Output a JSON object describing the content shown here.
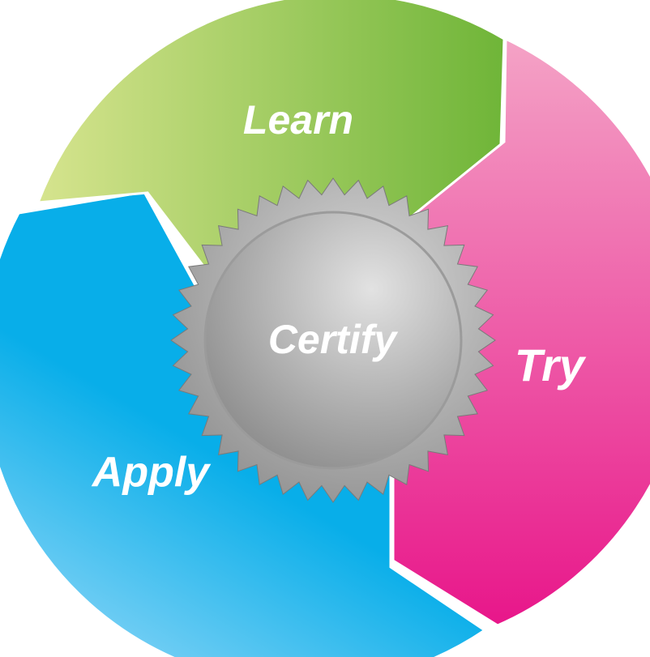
{
  "diagram": {
    "segments": [
      {
        "id": "learn",
        "label": "Learn",
        "color_light": "#d6e48e",
        "color_dark": "#6fb538"
      },
      {
        "id": "try",
        "label": "Try",
        "color_light": "#f4a3c6",
        "color_dark": "#e8168a"
      },
      {
        "id": "apply",
        "label": "Apply",
        "color_light": "#a8defa",
        "color_dark": "#08aee9"
      }
    ],
    "center": {
      "label": "Certify",
      "color_light": "#d9d9d9",
      "color_dark": "#8e8e8e"
    }
  }
}
